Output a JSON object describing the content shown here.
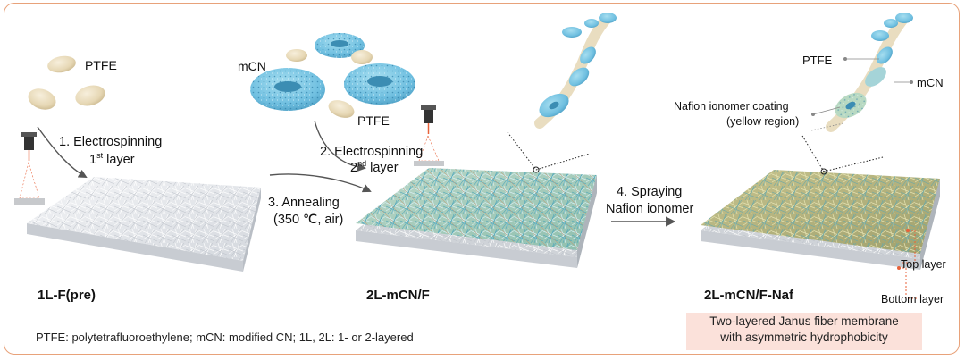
{
  "labels": {
    "ptfe_1": "PTFE",
    "step1_line1": "1.  Electrospinning",
    "step1_line2_pre": "1",
    "step1_line2_sup": "st",
    "step1_line2_post": " layer",
    "mcn_1": "mCN",
    "ptfe_2": "PTFE",
    "step2_line1": "2. Electrospinning",
    "step2_line2_pre": "2",
    "step2_line2_sup": "nd",
    "step2_line2_post": " layer",
    "step3_line1": "3. Annealing",
    "step3_line2": "(350 ℃, air)",
    "step4_line1": "4. Spraying",
    "step4_line2": "Nafion ionomer",
    "ptfe_3": "PTFE",
    "mcn_2": "mCN",
    "nafion_line1": "Nafion ionomer coating",
    "nafion_line2": "(yellow region)",
    "membrane1": "1L-F(pre)",
    "membrane2": "2L-mCN/F",
    "membrane3": "2L-mCN/F-Naf",
    "top_layer": "Top layer",
    "bottom_layer": "Bottom layer"
  },
  "janus": {
    "line1": "Two-layered Janus fiber membrane",
    "line2": "with asymmetric hydrophobicity"
  },
  "footnote": "PTFE: polytetrafluoroethylene; mCN: modified CN; 1L, 2L: 1- or 2-layered",
  "colors": {
    "frame": "#e8a27a",
    "ptfe": "#e9ddc0",
    "mcn": "#7cc8e4",
    "fiber_white": "#d9dde3",
    "fiber_cyan": "#6fbfd0",
    "nafion": "#b8ac6a",
    "arrow": "#555555",
    "pointer": "#e8623a",
    "janus_box": "#fbe1da"
  },
  "icons": [
    "electrospinning-nozzle-icon",
    "electrospinning-nozzle-icon",
    "electrospinning-nozzle-icon"
  ]
}
